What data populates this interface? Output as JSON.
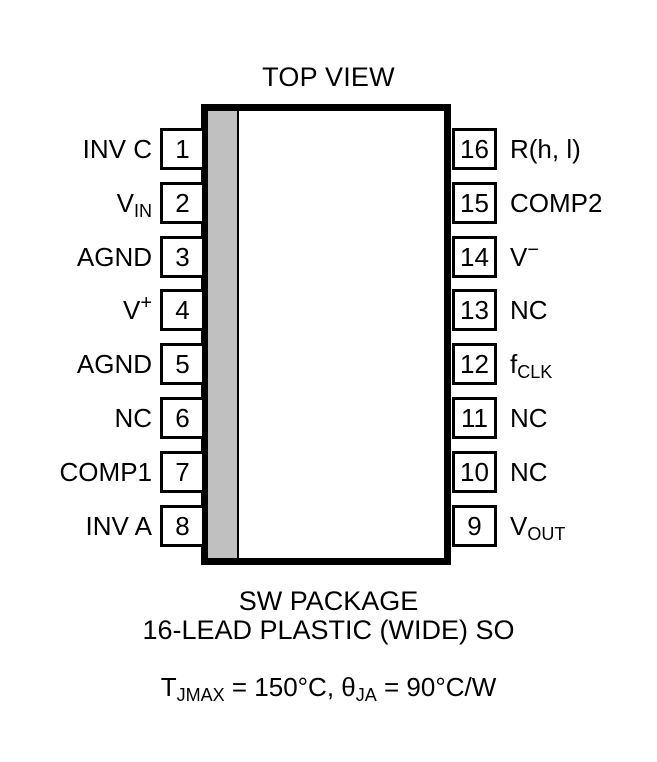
{
  "diagram": {
    "title": "TOP VIEW",
    "package_body": {
      "notch_color": "#c0c0c0",
      "outline_color": "#000000",
      "fill_color": "#ffffff"
    },
    "left_pins": [
      {
        "number": "1",
        "label": "INV C"
      },
      {
        "number": "2",
        "label_main": "V",
        "label_sub": "IN"
      },
      {
        "number": "3",
        "label": "AGND"
      },
      {
        "number": "4",
        "label_main": "V",
        "label_sup": "+"
      },
      {
        "number": "5",
        "label": "AGND"
      },
      {
        "number": "6",
        "label": "NC"
      },
      {
        "number": "7",
        "label": "COMP1"
      },
      {
        "number": "8",
        "label": "INV A"
      }
    ],
    "right_pins": [
      {
        "number": "16",
        "label": "R(h, l)"
      },
      {
        "number": "15",
        "label": "COMP2"
      },
      {
        "number": "14",
        "label_main": "V",
        "label_sup": "−"
      },
      {
        "number": "13",
        "label": "NC"
      },
      {
        "number": "12",
        "label_main": "f",
        "label_sub": "CLK"
      },
      {
        "number": "11",
        "label": "NC"
      },
      {
        "number": "10",
        "label": "NC"
      },
      {
        "number": "9",
        "label_main": "V",
        "label_sub": "OUT"
      }
    ],
    "caption": {
      "package_name": "SW PACKAGE",
      "package_description": "16-LEAD PLASTIC (WIDE) SO",
      "thermal_tj_symbol": "T",
      "thermal_tj_sub": "JMAX",
      "thermal_tj_value": " = 150°C, ",
      "thermal_theta_symbol": "θ",
      "thermal_theta_sub": "JA",
      "thermal_theta_value": " = 90°C/W"
    }
  }
}
